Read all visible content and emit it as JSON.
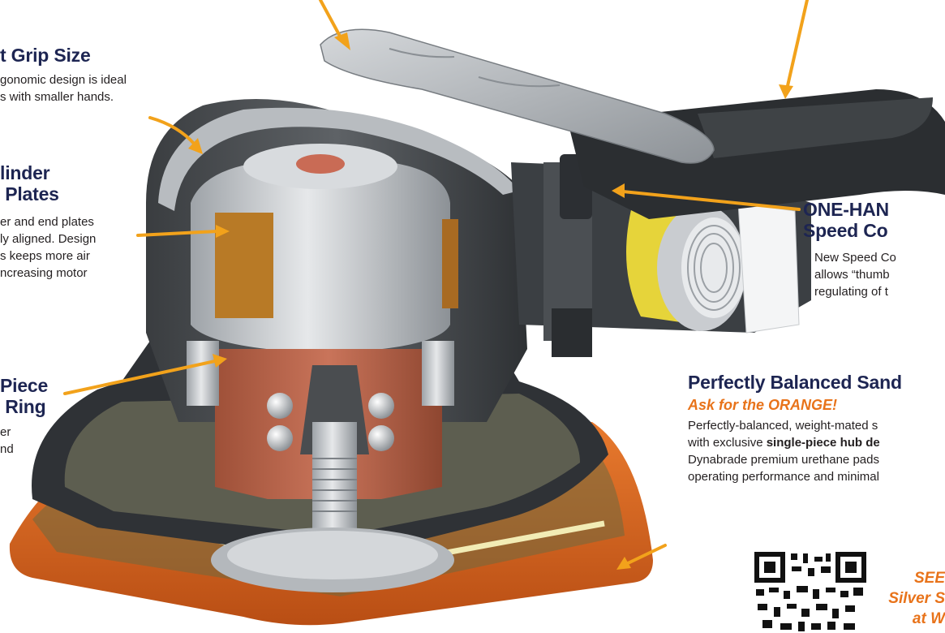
{
  "callouts": {
    "grip": {
      "heading": "t Grip Size",
      "lines": [
        "gonomic design is ideal",
        "s with smaller hands."
      ]
    },
    "cylinder": {
      "heading_lines": [
        "linder",
        " Plates"
      ],
      "lines": [
        "er and end plates",
        "ly aligned. Design",
        "s keeps more air",
        "ncreasing motor"
      ]
    },
    "ring": {
      "heading_lines": [
        "Piece",
        " Ring"
      ],
      "lines": [
        "er",
        "nd"
      ]
    },
    "speed": {
      "heading_lines": [
        "ONE-HAN",
        "Speed Co"
      ],
      "lines": [
        "New Speed Co",
        "allows “thumb",
        "regulating of t"
      ]
    },
    "balanced": {
      "heading": "Perfectly Balanced Sand",
      "subheading": "Ask for the ORANGE!",
      "line1": "Perfectly-balanced, weight-mated s",
      "line2_pre": "with exclusive ",
      "line2_bold": "single-piece hub de",
      "line3": "Dynabrade premium urethane pads",
      "line4": "operating performance and minimal"
    },
    "see": {
      "lines": [
        "SEE",
        "Silver S",
        "at W"
      ]
    }
  },
  "qr_code": {
    "icon": "qr-code-icon"
  },
  "colors": {
    "heading_navy": "#1d2552",
    "accent_orange": "#e8731a",
    "arrow_orange": "#f2a21b",
    "pad_orange": "#d9651f"
  }
}
